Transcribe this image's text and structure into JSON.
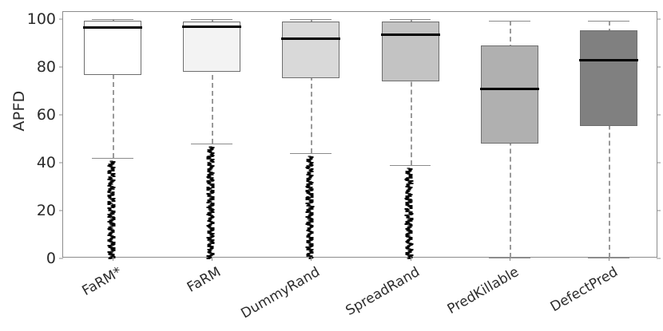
{
  "chart_data": {
    "type": "box",
    "title": "",
    "xlabel": "",
    "ylabel": "APFD",
    "ylim": [
      0,
      103
    ],
    "yticks": [
      0,
      20,
      40,
      60,
      80,
      100
    ],
    "ytick_labels": [
      "0",
      "20",
      "40",
      "60",
      "80",
      "100"
    ],
    "grid": false,
    "legend": "none",
    "categories": [
      "FaRM*",
      "FaRM",
      "DummyRand",
      "SpreadRand",
      "PredKillable",
      "DefectPred"
    ],
    "boxes": [
      {
        "label": "FaRM*",
        "whisker_low": 42,
        "q1": 76.5,
        "median": 97,
        "q3": 99.3,
        "whisker_high": 100,
        "fill": "#ffffff",
        "has_outliers": true,
        "outlier_range": [
          0,
          41
        ]
      },
      {
        "label": "FaRM",
        "whisker_low": 48,
        "q1": 78,
        "median": 97.5,
        "q3": 99,
        "whisker_high": 100,
        "fill": "#f3f3f3",
        "has_outliers": true,
        "outlier_range": [
          0,
          47
        ]
      },
      {
        "label": "DummyRand",
        "whisker_low": 44,
        "q1": 75.5,
        "median": 92.5,
        "q3": 99,
        "whisker_high": 100,
        "fill": "#d9d9d9",
        "has_outliers": true,
        "outlier_range": [
          0,
          43
        ]
      },
      {
        "label": "SpreadRand",
        "whisker_low": 39,
        "q1": 74,
        "median": 94,
        "q3": 99,
        "whisker_high": 100,
        "fill": "#c3c3c3",
        "has_outliers": true,
        "outlier_range": [
          0,
          38
        ]
      },
      {
        "label": "PredKillable",
        "whisker_low": 0.5,
        "q1": 48,
        "median": 71.5,
        "q3": 89,
        "whisker_high": 99.5,
        "fill": "#b0b0b0",
        "has_outliers": false,
        "outlier_range": [
          0,
          0
        ]
      },
      {
        "label": "DefectPred",
        "whisker_low": 0.5,
        "q1": 55.5,
        "median": 83.5,
        "q3": 95.5,
        "whisker_high": 99.5,
        "fill": "#808080",
        "has_outliers": false,
        "outlier_range": [
          0,
          0
        ]
      }
    ]
  },
  "colors": {
    "axis": "#8c8c8c",
    "median": "#000000",
    "whisker": "#9a9a9a",
    "text": "#2b2b2b",
    "background": "#ffffff"
  }
}
